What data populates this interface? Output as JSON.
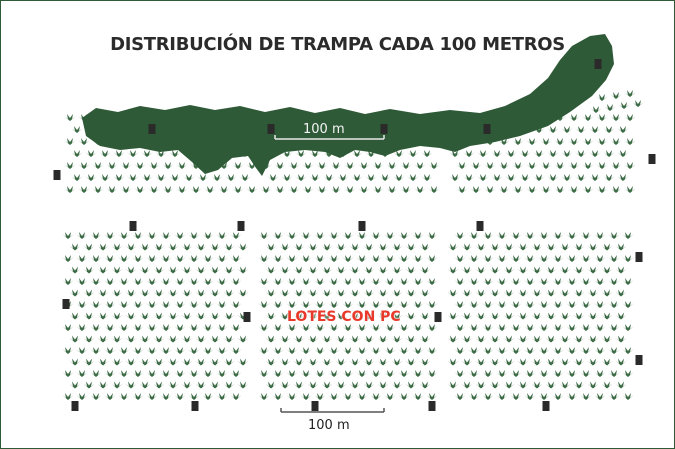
{
  "title": "DISTRIBUCIÓN DE TRAMPA CADA 100 METROS",
  "scale_labels": {
    "top": "100 m",
    "bottom": "100 m"
  },
  "lots_label": "LOTES CON PC",
  "icons": {
    "plant": "agave-plant-icon",
    "trap": "trap-marker-icon"
  },
  "colors": {
    "forest": "#2f5a38",
    "plant": "#3d6b45",
    "trap": "#2a2a2a",
    "lots_label": "#e8392b",
    "frame": "#2f5a38"
  }
}
